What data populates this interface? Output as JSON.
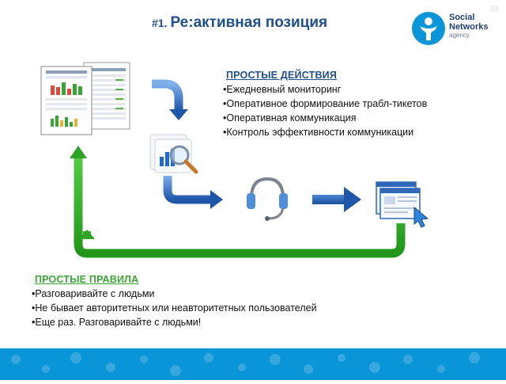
{
  "header": {
    "title_num": "#1.",
    "title_text": "Ре:активная позиция",
    "page_number": "23"
  },
  "logo": {
    "line1": "Social",
    "line2": "Networks",
    "line3": "agency",
    "brand_color": "#0a95d8"
  },
  "actions": {
    "heading": "ПРОСТЫЕ ДЕЙСТВИЯ",
    "items": [
      "Ежедневный мониторинг",
      "Оперативное формирование трабл-тикетов",
      "Оперативная коммуникация",
      "Контроль эффективности коммуникации"
    ]
  },
  "rules": {
    "heading": "ПРОСТЫЕ ПРАВИЛА",
    "items": [
      "Разговаривайте с людьми",
      "Не бывает авторитетных или неавторитетных пользователей",
      "Еще раз. Разговаривайте с людьми!"
    ]
  },
  "diagram": {
    "nodes": [
      "report-documents",
      "analytics-magnifier",
      "support-headset",
      "browser-windows-cursor"
    ],
    "arrow_colors": {
      "blue": "#2f68b8",
      "green": "#38b02a"
    },
    "icons": [
      "document-icon",
      "magnifier-chart-icon",
      "headset-icon",
      "browser-windows-icon",
      "cursor-icon"
    ]
  }
}
